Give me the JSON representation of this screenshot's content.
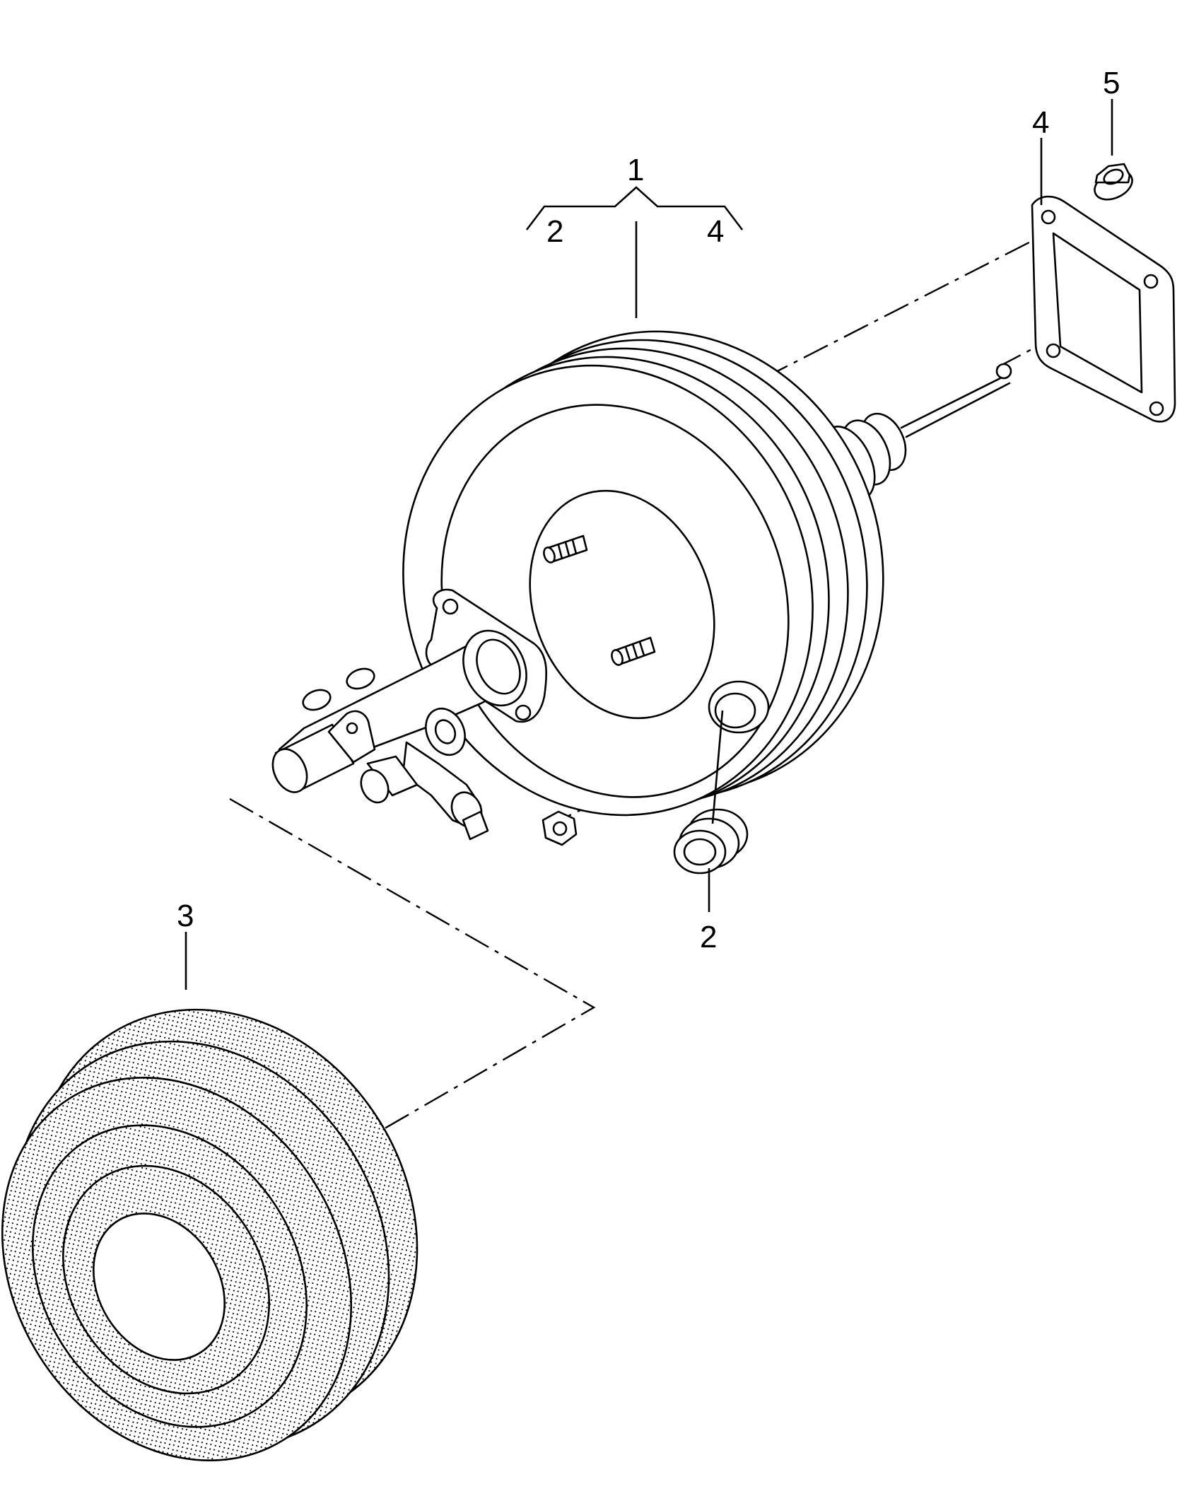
{
  "callouts": {
    "part1": "1",
    "part1_sub_left": "2",
    "part1_sub_right": "4",
    "part2": "2",
    "part3": "3",
    "part4": "4",
    "part5": "5"
  },
  "colors": {
    "line": "#000000",
    "background": "#ffffff",
    "stipple": "#000000"
  }
}
